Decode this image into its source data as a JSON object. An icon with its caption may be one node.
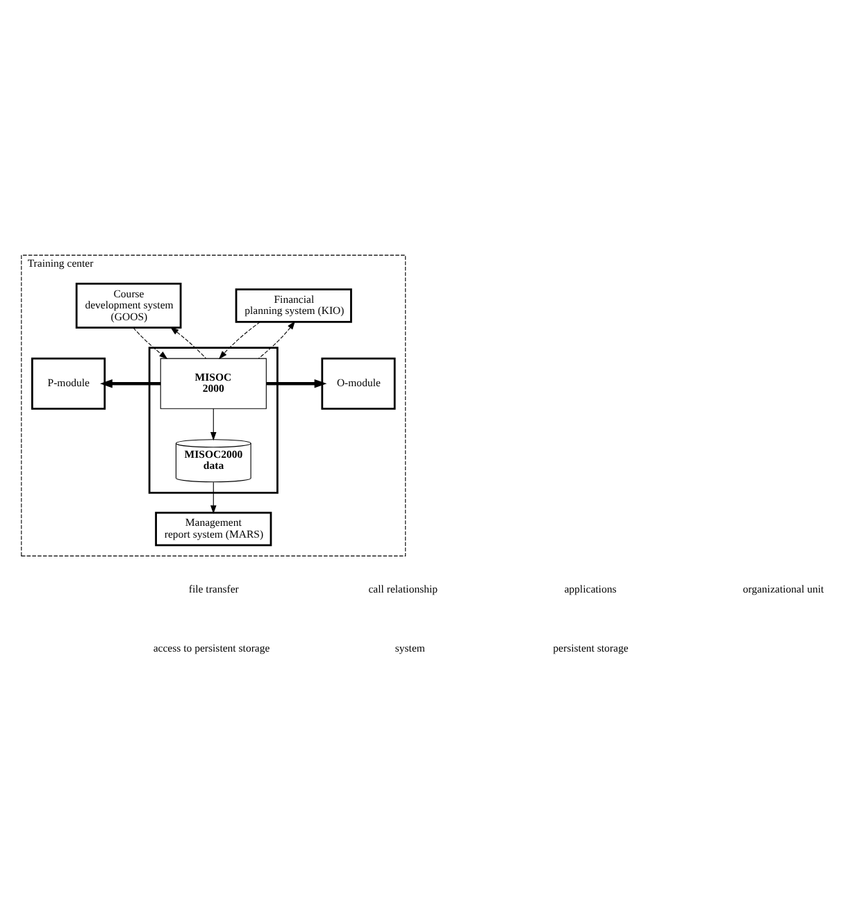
{
  "diagram": {
    "nodes": [
      {
        "text": [
          "Training center"
        ]
      },
      {
        "text": [
          "Course development system (GOOS)"
        ],
        "in": 0
      },
      {
        "text": [
          "Financial planning system (KIO)"
        ],
        "in": 0
      },
      {
        "text": [
          "P-module"
        ],
        "in": 0
      },
      {
        "text": [
          "O-module"
        ],
        "in": 0
      },
      {
        "text": [],
        "shape": "box",
        "in": 0
      },
      {
        "text": [
          "MISOC 2000"
        ],
        "in": 5
      },
      {
        "text": [
          "MISOC2000 data"
        ],
        "in": 5
      },
      {
        "text": [
          "Management report system (MARS)"
        ],
        "in": 0
      }
    ],
    "edges": [
      {
        "from": 1,
        "to": 6,
        "arrow": "to",
        "style": "dashed"
      },
      {
        "from": 6,
        "to": 1,
        "arrow": "to",
        "style": "dashed"
      },
      {
        "from": 2,
        "to": 6,
        "arrow": "to",
        "style": "dashed"
      },
      {
        "from": 6,
        "to": 2,
        "arrow": "to",
        "style": "dashed"
      },
      {
        "from": 6,
        "to": 3,
        "arrow": "to",
        "style": "thick"
      },
      {
        "from": 6,
        "to": 4,
        "arrow": "to",
        "style": "thick"
      },
      {
        "from": 6,
        "to": 7,
        "arrow": "to"
      },
      {
        "from": 7,
        "to": 8,
        "arrow": "to"
      }
    ],
    "legend": [
      {
        "text": "file transfer"
      },
      {
        "text": "call relationship"
      },
      {
        "text": "applications"
      },
      {
        "text": "organizational unit"
      },
      {
        "text": "access to persistent storage"
      },
      {
        "text": "system"
      },
      {
        "text": "persistent storage"
      }
    ]
  }
}
